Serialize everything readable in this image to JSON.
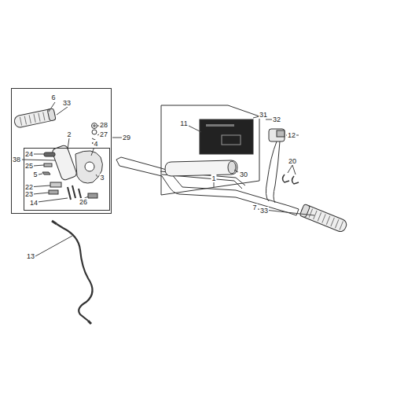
{
  "diagram": {
    "nodes": [
      {
        "text": [
          "6",
          "33",
          "2",
          "28",
          "27",
          "4",
          "38"
        ]
      },
      {
        "text": [
          "24",
          "25",
          "5",
          "22",
          "3",
          "23",
          "14",
          "26"
        ],
        "in": 0
      },
      {
        "text": [
          "11",
          "30"
        ]
      }
    ],
    "labels": [
      "1",
      "12",
      "20",
      "7",
      "33",
      "13",
      "29",
      "31",
      "32"
    ]
  }
}
